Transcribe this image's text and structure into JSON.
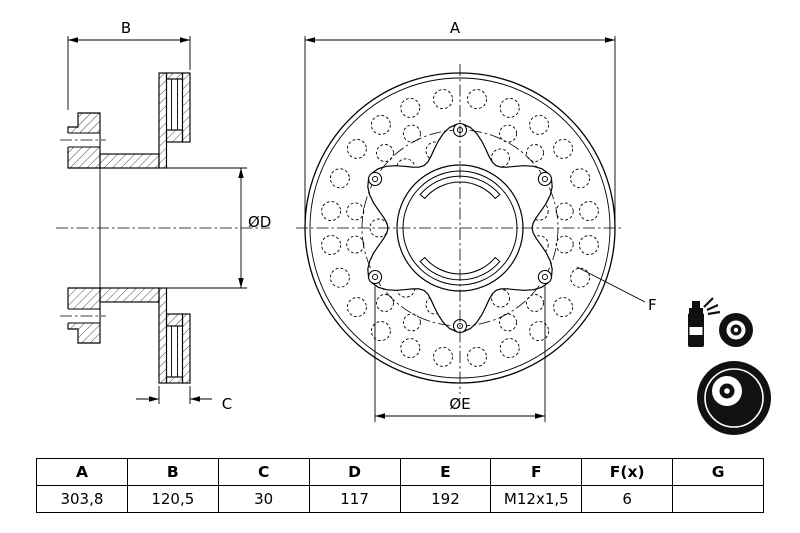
{
  "drawing": {
    "dim_a": "A",
    "dim_b": "B",
    "dim_c": "C",
    "dim_d": "ØD",
    "dim_e": "ØE",
    "dim_f": "F"
  },
  "table": {
    "headers": [
      "A",
      "B",
      "C",
      "D",
      "E",
      "F",
      "F(x)",
      "G"
    ],
    "values": [
      "303,8",
      "120,5",
      "30",
      "117",
      "192",
      "M12x1,5",
      "6",
      ""
    ]
  },
  "icons": {
    "spray": "cleaning-spray-icon",
    "disc_front": "brake-disc-front-icon",
    "disc_3d": "brake-disc-3d-icon"
  },
  "colors": {
    "line": "#000000",
    "background": "#ffffff",
    "icon": "#111111"
  }
}
